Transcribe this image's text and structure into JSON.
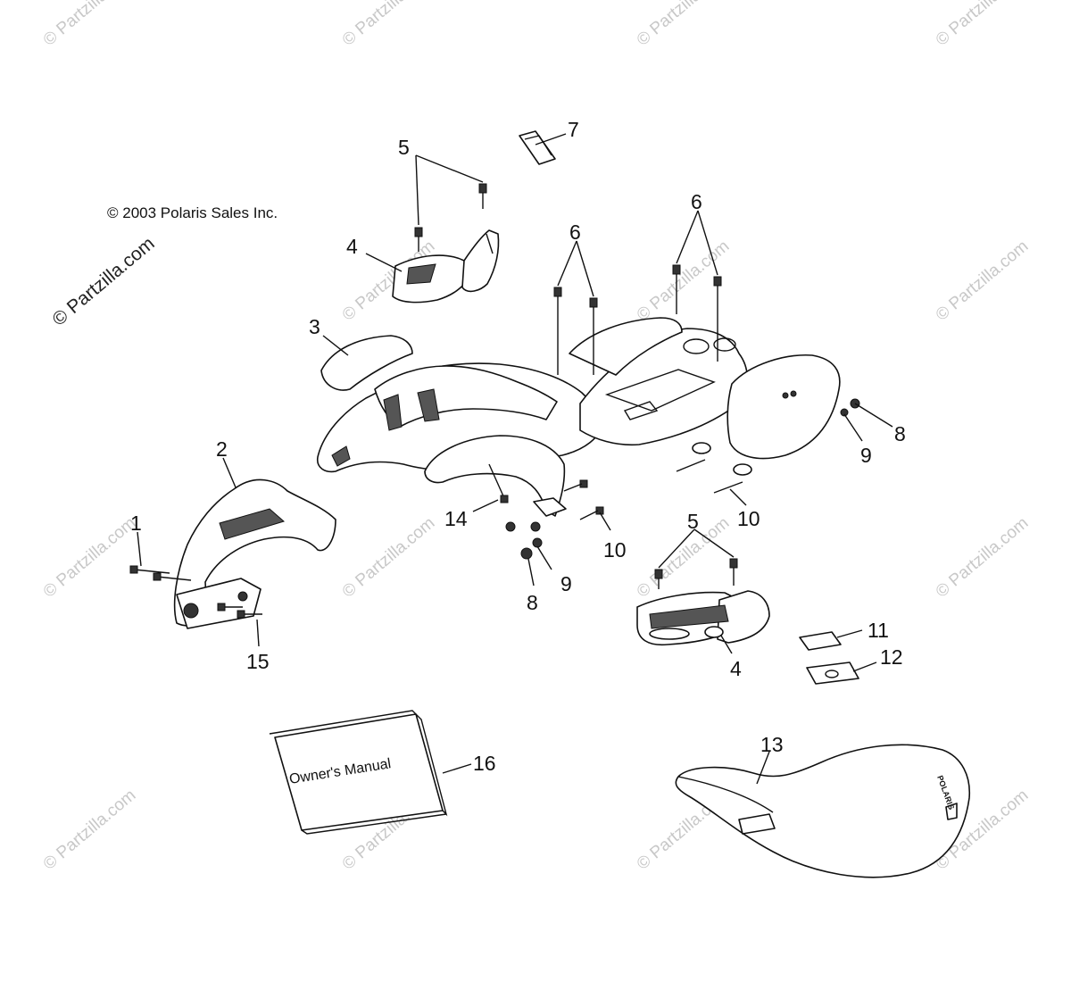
{
  "copyright": "© 2003 Polaris Sales Inc.",
  "side_watermark": "© Partzilla.com",
  "watermark_text": "© Partzilla.com",
  "manual_label": "Owner's Manual",
  "seat_logo": "POLARIS",
  "callouts": {
    "c1": "1",
    "c2": "2",
    "c3": "3",
    "c4a": "4",
    "c4b": "4",
    "c5a": "5",
    "c5b": "5",
    "c6a": "6",
    "c6b": "6",
    "c7": "7",
    "c8a": "8",
    "c8b": "8",
    "c9a": "9",
    "c9b": "9",
    "c10a": "10",
    "c10b": "10",
    "c11": "11",
    "c12": "12",
    "c13": "13",
    "c14": "14",
    "c15": "15",
    "c16": "16"
  }
}
